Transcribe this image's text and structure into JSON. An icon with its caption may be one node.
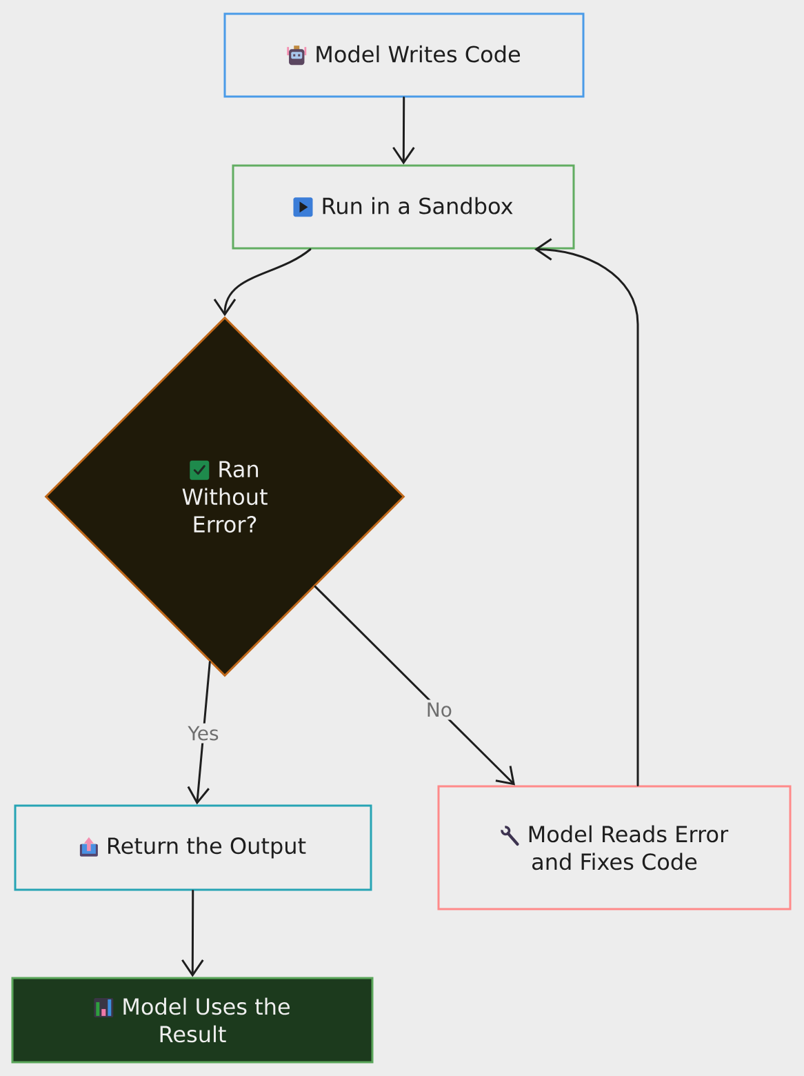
{
  "diagram": {
    "nodes": [
      {
        "text": [
          "Model Writes Code"
        ]
      },
      {
        "text": [
          "Run in a Sandbox"
        ]
      },
      {
        "text": [
          "Ran Without Error?"
        ]
      },
      {
        "text": [
          "Return the Output"
        ]
      },
      {
        "text": [
          "Model Reads Error and Fixes Code"
        ]
      },
      {
        "text": [
          "Model Uses the Result"
        ]
      }
    ],
    "edges": [
      {
        "from": 0,
        "to": 1,
        "arrow": "to"
      },
      {
        "from": 1,
        "to": 2,
        "arrow": "to"
      },
      {
        "from": 2,
        "to": 3,
        "arrow": "to",
        "label": "Yes"
      },
      {
        "from": 2,
        "to": 4,
        "arrow": "to",
        "label": "No"
      },
      {
        "from": 4,
        "to": 1,
        "arrow": "to"
      },
      {
        "from": 3,
        "to": 5,
        "arrow": "to"
      }
    ]
  }
}
